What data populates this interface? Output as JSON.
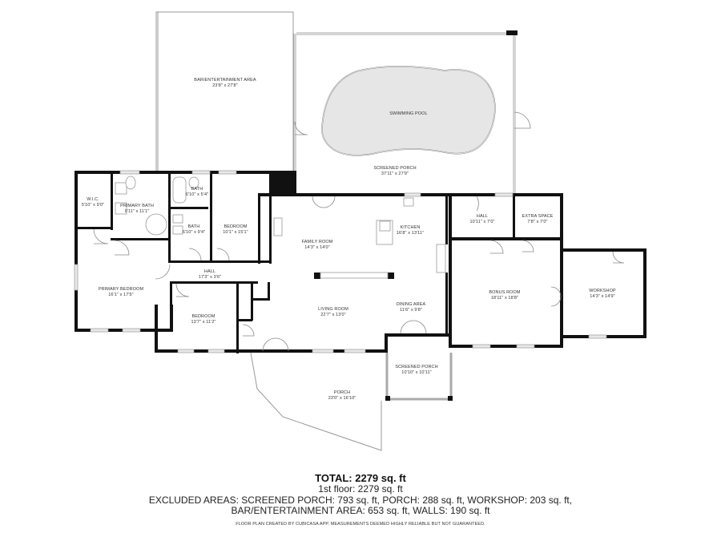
{
  "rooms": {
    "bar_entertainment": {
      "name": "BAR/ENTERTAINMENT AREA",
      "dim": "23'8\" x 27'8\""
    },
    "swimming_pool": {
      "name": "SWIMMING POOL"
    },
    "screened_porch_large": {
      "name": "SCREENED PORCH",
      "dim": "37'11\" x 27'9\""
    },
    "wic": {
      "name": "W.I.C.",
      "dim": "5'10\" x 9'0\""
    },
    "primary_bath": {
      "name": "PRIMARY BATH",
      "dim": "9'11\" x 11'1\""
    },
    "bath_upper": {
      "name": "BATH",
      "dim": "6'10\" x 5'4\""
    },
    "bath_lower": {
      "name": "BATH",
      "dim": "6'10\" x 9'4\""
    },
    "bedroom_upper": {
      "name": "BEDROOM",
      "dim": "10'1\" x 15'1\""
    },
    "family_room": {
      "name": "FAMILY ROOM",
      "dim": "14'3\" x 14'0\""
    },
    "kitchen": {
      "name": "KITCHEN",
      "dim": "16'8\" x 13'11\""
    },
    "hall_right": {
      "name": "HALL",
      "dim": "10'11\" x 7'0\""
    },
    "extra_space": {
      "name": "EXTRA SPACE",
      "dim": "7'8\" x 7'0\""
    },
    "hall_left": {
      "name": "HALL",
      "dim": "17'3\" x 3'6\""
    },
    "primary_bedroom": {
      "name": "PRIMARY BEDROOM",
      "dim": "16'1\" x 17'5\""
    },
    "bedroom_lower": {
      "name": "BEDROOM",
      "dim": "13'7\" x 11'2\""
    },
    "living_room": {
      "name": "LIVING ROOM",
      "dim": "22'7\" x 13'0\""
    },
    "dining_area": {
      "name": "DINING AREA",
      "dim": "11'6\" x 9'8\""
    },
    "bonus_room": {
      "name": "BONUS ROOM",
      "dim": "18'11\" x 18'8\""
    },
    "workshop": {
      "name": "WORKSHOP",
      "dim": "14'3\" x 14'9\""
    },
    "screened_porch_small": {
      "name": "SCREENED PORCH",
      "dim": "10'10\" x 10'11\""
    },
    "porch": {
      "name": "PORCH",
      "dim": "23'0\" x 16'10\""
    }
  },
  "summary": {
    "total": "TOTAL: 2279 sq. ft",
    "first_floor": "1st floor: 2279 sq. ft",
    "excluded_line1": "EXCLUDED AREAS: SCREENED PORCH: 793 sq. ft, PORCH: 288 sq. ft, WORKSHOP: 203 sq. ft,",
    "excluded_line2": "BAR/ENTERTAINMENT AREA: 653 sq. ft, WALLS: 190 sq. ft",
    "disclaimer": "FLOOR PLAN CREATED BY CUBICASA APP. MEASUREMENTS DEEMED HIGHLY RELIABLE BUT NOT GUARANTEED."
  },
  "colors": {
    "wall": "#111111",
    "pool_fill": "#e6e6e6",
    "window": "#e8e8e8",
    "background": "#ffffff"
  }
}
